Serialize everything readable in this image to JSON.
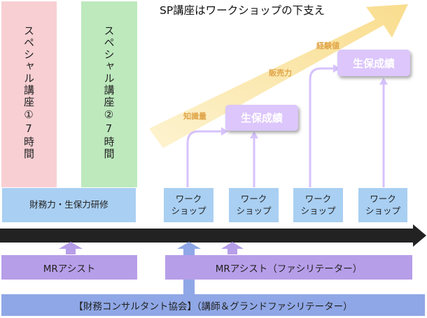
{
  "title": "SP講座はワークショップの下支え",
  "special_lectures": [
    {
      "label": "スペシャル講座①7時間"
    },
    {
      "label": "スペシャル講座②7時間"
    }
  ],
  "training_box": "財務力・生保力研修",
  "workshops": [
    "ワーク\nショップ",
    "ワーク\nショップ",
    "ワーク\nショップ",
    "ワーク\nショップ"
  ],
  "skills": [
    "知識量",
    "販売力",
    "経験値"
  ],
  "results": [
    "生保成績",
    "生保成績"
  ],
  "mr_assist_left": "MRアシスト",
  "mr_assist_right": "MRアシスト（ファシリテーター）",
  "association": "【財務コンサルタント協会】（講師＆グランドファシリテーター）",
  "colors": {
    "pink": "#f8cfd3",
    "green": "#bde9bd",
    "blue_box": "#a9cff2",
    "purple_box": "#b79ee9",
    "bottom_bar": "#8fa7e6",
    "result_box": "#dcc6fb",
    "growth_arrow": "#fae5a6",
    "timeline_arrow": "#222222"
  }
}
